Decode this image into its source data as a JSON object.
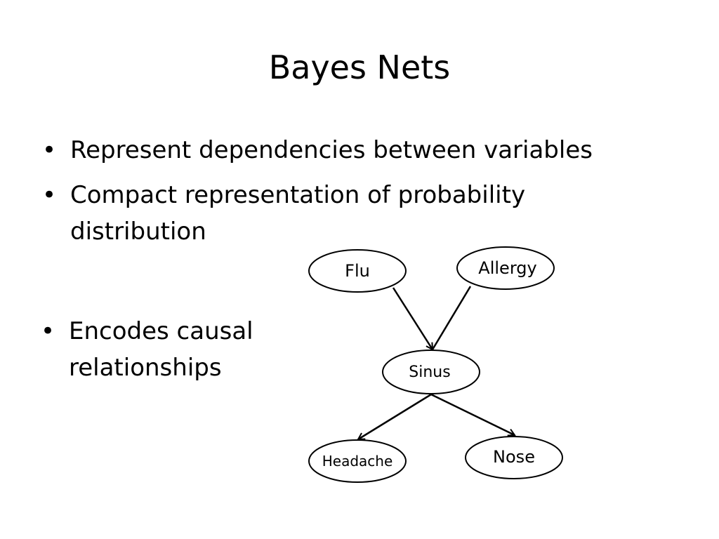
{
  "slide": {
    "title": "Bayes Nets",
    "bullets": [
      {
        "marker": "•",
        "text": "Represent dependencies between variables"
      },
      {
        "marker": "•",
        "text": "Compact representation of probability distribution"
      }
    ],
    "side_bullet": {
      "marker": "•",
      "text": "Encodes causal relationships"
    }
  },
  "diagram": {
    "nodes": {
      "flu": "Flu",
      "allergy": "Allergy",
      "sinus": "Sinus",
      "headache": "Headache",
      "nose": "Nose"
    },
    "edges": [
      {
        "from": "Flu",
        "to": "Sinus"
      },
      {
        "from": "Allergy",
        "to": "Sinus"
      },
      {
        "from": "Sinus",
        "to": "Headache"
      },
      {
        "from": "Sinus",
        "to": "Nose"
      }
    ]
  }
}
